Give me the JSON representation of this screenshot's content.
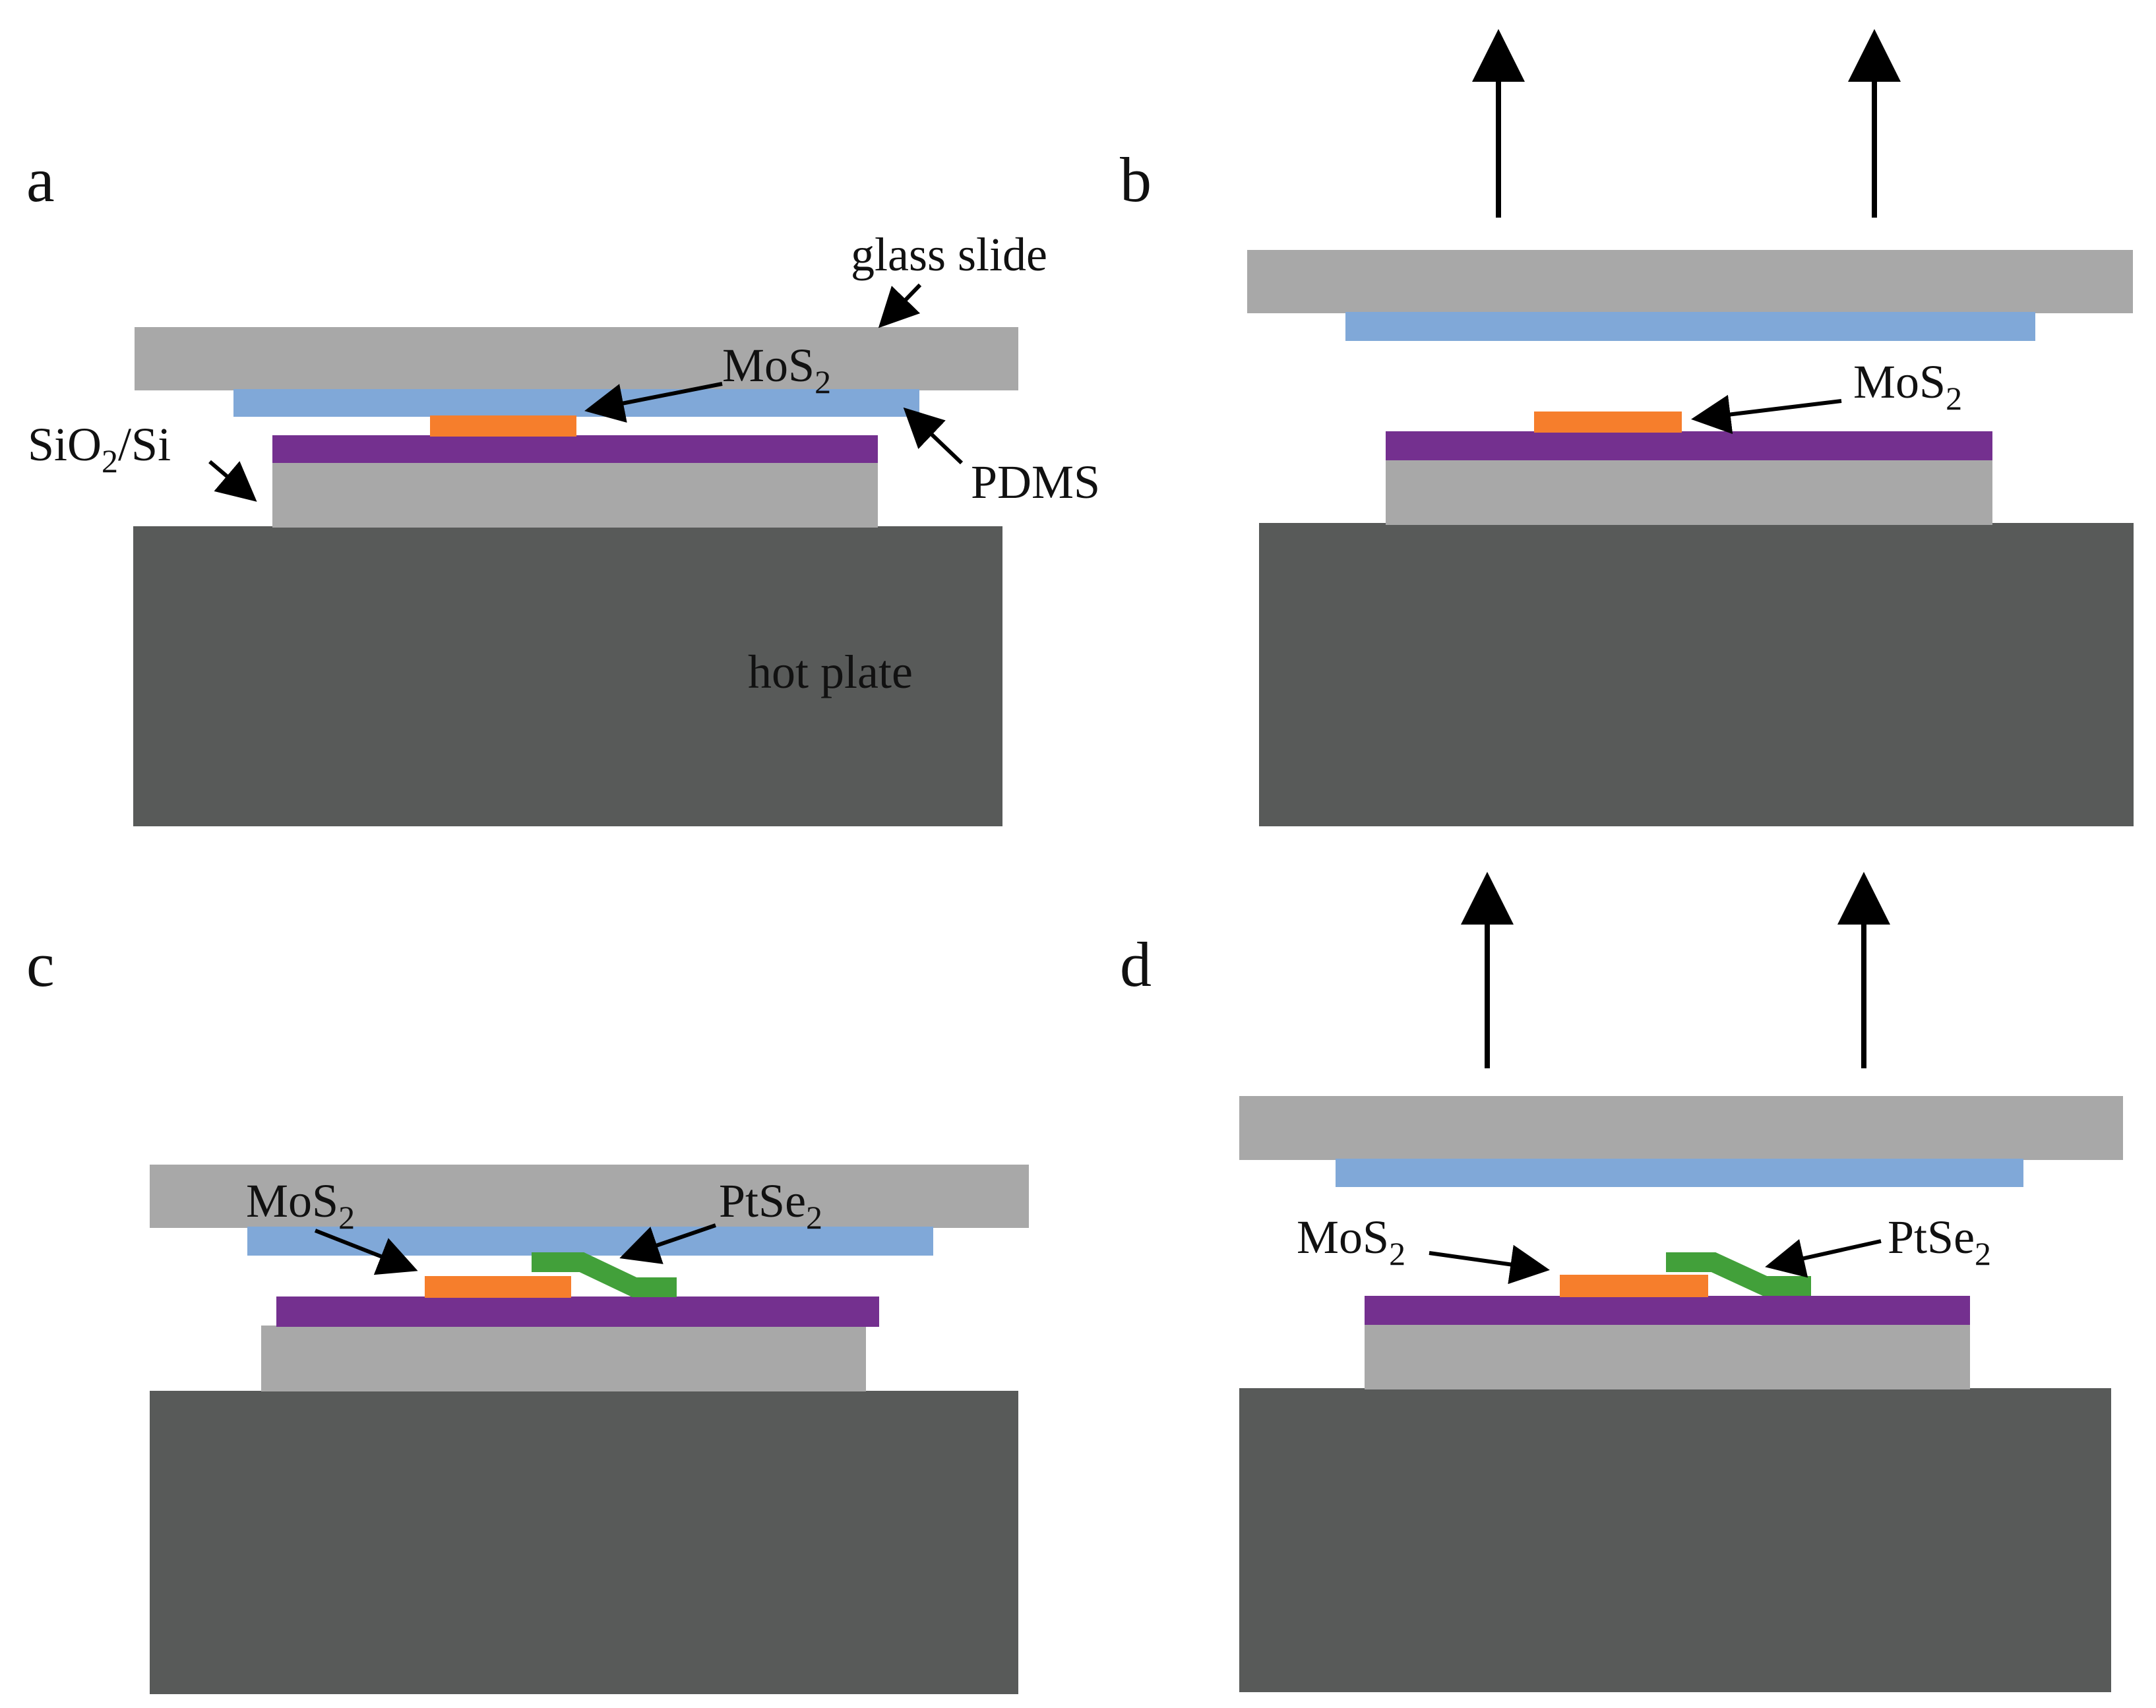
{
  "colors": {
    "hot_plate": "#585a59",
    "substrate": "#a8a8a8",
    "sio2_layer": "#74308f",
    "glass_slide": "#a8a8a8",
    "pdms": "#80a8d8",
    "mos2": "#f67e2c",
    "ptse2": "#42a03a",
    "arrow": "#000000"
  },
  "panels": {
    "a": {
      "letter": "a",
      "label_glass_slide": "glass slide",
      "label_mos2_main": "MoS",
      "label_mos2_sub": "2",
      "label_sio2_pre": "SiO",
      "label_sio2_sub": "2",
      "label_sio2_post": "/Si",
      "label_pdms": "PDMS",
      "label_hot_plate": "hot plate"
    },
    "b": {
      "letter": "b",
      "label_mos2_main": "MoS",
      "label_mos2_sub": "2"
    },
    "c": {
      "letter": "c",
      "label_mos2_main": "MoS",
      "label_mos2_sub": "2",
      "label_ptse2_main": "PtSe",
      "label_ptse2_sub": "2"
    },
    "d": {
      "letter": "d",
      "label_mos2_main": "MoS",
      "label_mos2_sub": "2",
      "label_ptse2_main": "PtSe",
      "label_ptse2_sub": "2"
    }
  }
}
